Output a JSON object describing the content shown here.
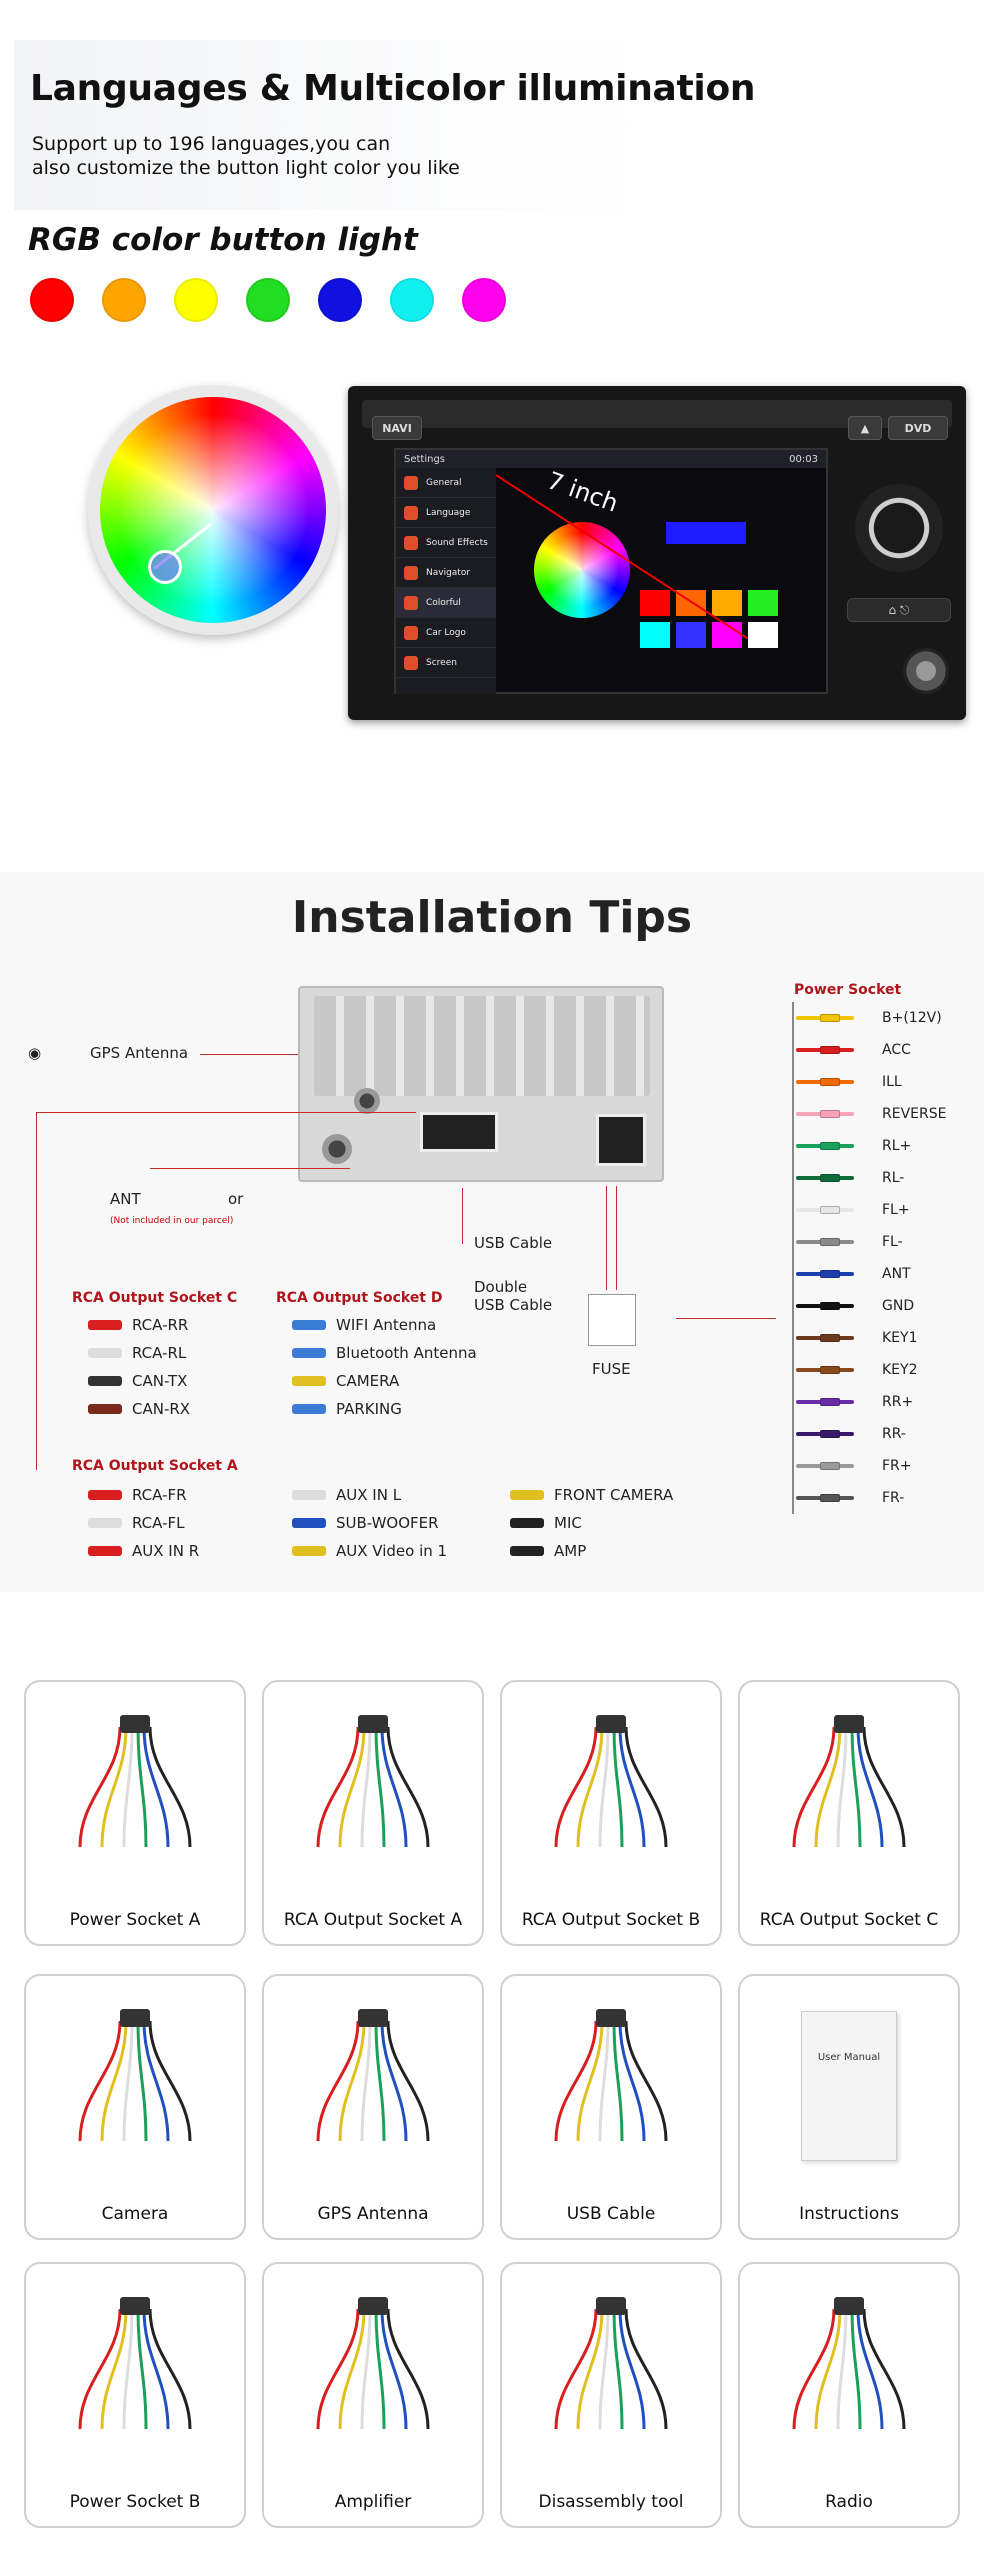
{
  "intro": {
    "title": "Languages & Multicolor illumination",
    "subtitle_line1": "Support up to 196 languages,you can",
    "subtitle_line2": "also customize the button light color you like",
    "rgb_title": "RGB color button light",
    "colors": [
      "#ff0000",
      "#ffa500",
      "#ffff00",
      "#22dd22",
      "#1010e0",
      "#11f0f0",
      "#ff00ee"
    ]
  },
  "unit": {
    "navi_label": "NAVI",
    "dvd_label": "DVD",
    "status_title": "Settings",
    "status_time": "00:03",
    "menu_items": [
      "General",
      "Language",
      "Sound Effects",
      "Navigator",
      "Colorful",
      "Car Logo",
      "Screen"
    ],
    "screen_size_label": "7 inch",
    "swatch_colors": [
      "#ff0000",
      "#ff6600",
      "#ffaa00",
      "#22ee22",
      "#00ffff",
      "#3333ff",
      "#ff00ff",
      "#ffffff"
    ]
  },
  "install": {
    "title": "Installation Tips",
    "gps_label": "GPS Antenna",
    "ant_label": "ANT",
    "or_label": "or",
    "ant_note": "(Not included in our parcel)",
    "usb_label": "USB Cable",
    "double_usb_line1": "Double",
    "double_usb_line2": "USB Cable",
    "fuse_label": "FUSE",
    "rca_c": {
      "title": "RCA Output Socket C",
      "items": [
        "RCA-RR",
        "RCA-RL",
        "CAN-TX",
        "CAN-RX"
      ]
    },
    "rca_d": {
      "title": "RCA Output Socket D",
      "items": [
        "WIFI Antenna",
        "Bluetooth Antenna",
        "CAMERA",
        "PARKING"
      ]
    },
    "rca_a": {
      "title": "RCA Output Socket A",
      "col1": [
        "RCA-FR",
        "RCA-FL",
        "AUX IN R"
      ],
      "col2": [
        "AUX IN L",
        "SUB-WOOFER",
        "AUX Video in 1"
      ],
      "col3": [
        "FRONT CAMERA",
        "MIC",
        "AMP"
      ]
    },
    "power_socket": {
      "title": "Power Socket",
      "items": [
        {
          "label": "B+(12V)",
          "color": "#f2c500"
        },
        {
          "label": "ACC",
          "color": "#d81e1e"
        },
        {
          "label": "ILL",
          "color": "#f06a00"
        },
        {
          "label": "REVERSE",
          "color": "#f6a2b8"
        },
        {
          "label": "RL+",
          "color": "#1aa05a"
        },
        {
          "label": "RL-",
          "color": "#0f6b3a"
        },
        {
          "label": "FL+",
          "color": "#e6e6e6"
        },
        {
          "label": "FL-",
          "color": "#8a8a8a"
        },
        {
          "label": "ANT",
          "color": "#1d3fb0"
        },
        {
          "label": "GND",
          "color": "#111111"
        },
        {
          "label": "KEY1",
          "color": "#6b3a1c"
        },
        {
          "label": "KEY2",
          "color": "#8a4a1c"
        },
        {
          "label": "RR+",
          "color": "#6a2ca8"
        },
        {
          "label": "RR-",
          "color": "#3a1a6a"
        },
        {
          "label": "FR+",
          "color": "#9a9a9a"
        },
        {
          "label": "FR-",
          "color": "#555555"
        }
      ]
    }
  },
  "accessories": [
    "Power Socket A",
    "RCA Output Socket A",
    "RCA Output Socket B",
    "RCA Output Socket C",
    "Camera",
    "GPS Antenna",
    "USB Cable",
    "Instructions",
    "Power Socket B",
    "Amplifier",
    "Disassembly tool",
    "Radio"
  ],
  "manual_label": "User Manual"
}
